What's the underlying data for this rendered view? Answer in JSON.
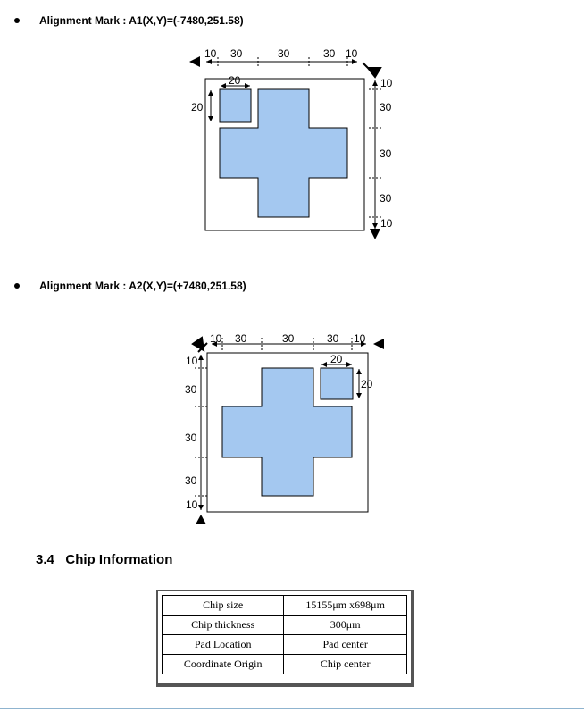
{
  "marks": [
    {
      "title": "Alignment Mark : A1(X,Y)=(-7480,251.58)",
      "horiz": [
        "10",
        "30",
        "30",
        "30",
        "10"
      ],
      "square": "20",
      "square_h": "20",
      "vert": [
        "10",
        "30",
        "30",
        "30",
        "10"
      ]
    },
    {
      "title": "Alignment Mark : A2(X,Y)=(+7480,251.58)",
      "horiz": [
        "10",
        "30",
        "30",
        "30",
        "10"
      ],
      "square": "20",
      "square_h": "20",
      "vert": [
        "10",
        "30",
        "30",
        "30",
        "10"
      ]
    }
  ],
  "section": {
    "number": "3.4",
    "title": "Chip Information"
  },
  "chip_table": {
    "rows": [
      {
        "label": "Chip size",
        "value": "15155μm x698μm"
      },
      {
        "label": "Chip thickness",
        "value": "300μm"
      },
      {
        "label": "Pad Location",
        "value": "Pad center"
      },
      {
        "label": "Coordinate Origin",
        "value": "Chip center"
      }
    ]
  },
  "colors": {
    "cross_fill": "#a4c8f0",
    "footer_rule": "#8fb4cf"
  }
}
